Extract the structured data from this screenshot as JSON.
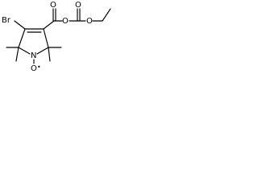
{
  "molecule": {
    "atoms": {
      "br": "Br",
      "o_ketone": "O",
      "o_ester": "O",
      "o_carbonate": "O",
      "o_ethyl": "O",
      "n": "N",
      "o_nitroxide": "O",
      "radical_dot": "•"
    }
  }
}
